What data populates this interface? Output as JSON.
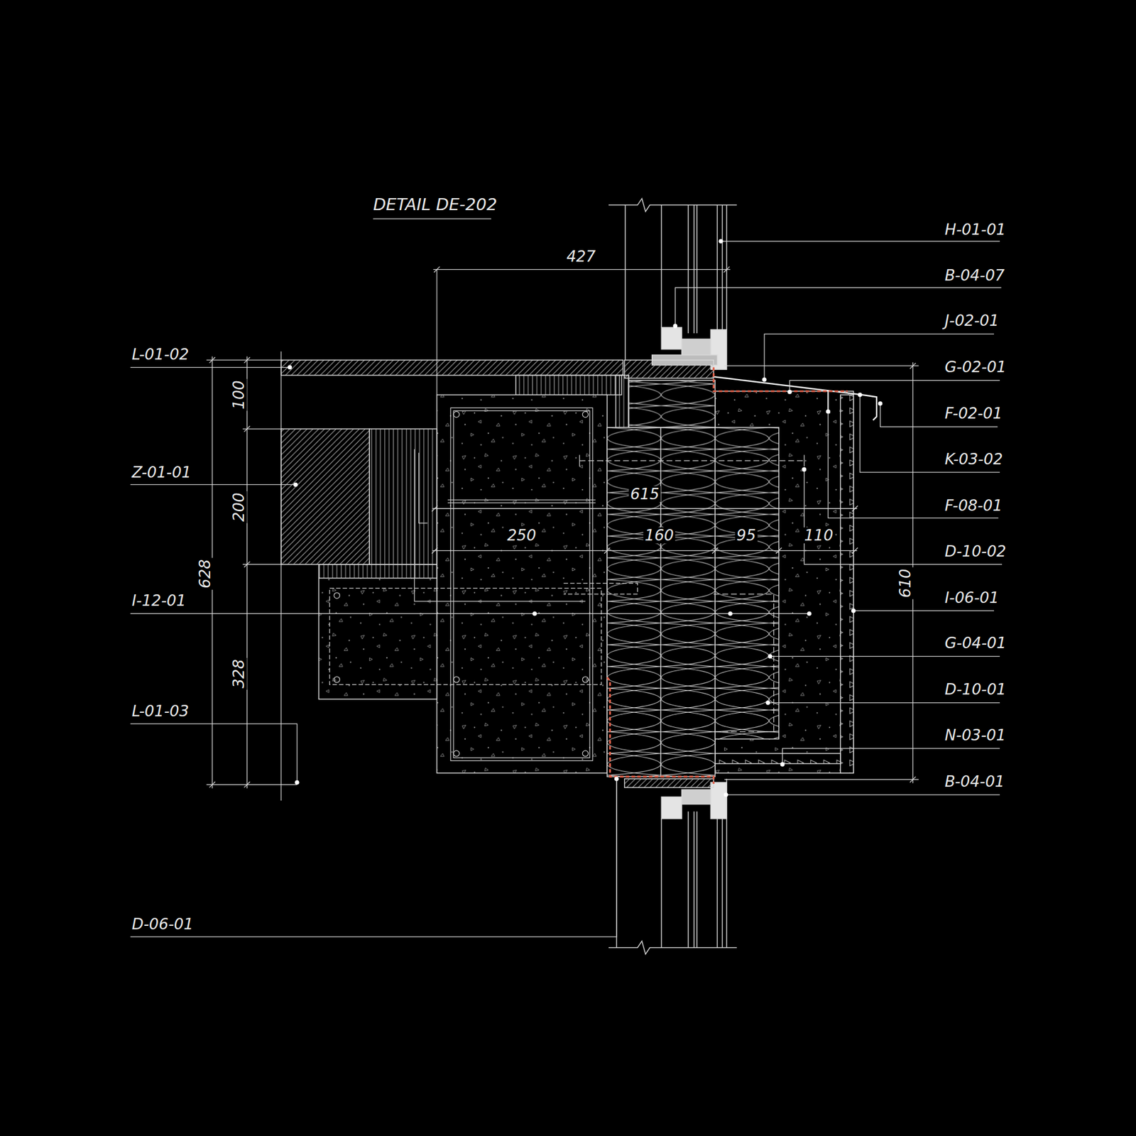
{
  "diagram": {
    "title": "DETAIL DE-202",
    "labels": [
      "H-01-01",
      "427",
      "B-04-07",
      "J-02-01",
      "L-01-02",
      "G-02-01",
      "100",
      "F-02-01",
      "K-03-02",
      "Z-01-01",
      "615",
      "200",
      "F-08-01",
      "628",
      "250",
      "160",
      "95",
      "110",
      "D-10-02",
      "610",
      "I-06-01",
      "I-12-01",
      "G-04-01",
      "328",
      "D-10-01",
      "L-01-03",
      "N-03-01",
      "B-04-01",
      "D-06-01"
    ]
  }
}
